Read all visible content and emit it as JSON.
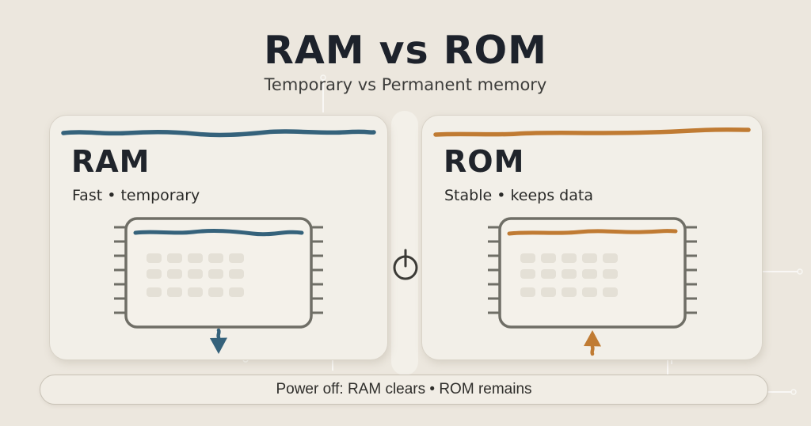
{
  "header": {
    "title": "RAM vs ROM",
    "subtitle": "Temporary vs Permanent memory"
  },
  "cards": [
    {
      "name": "RAM",
      "tagline": "Fast • temporary",
      "accent_color": "#35627b",
      "arrow_icon": "arrow-down-icon",
      "chip_icon": "memory-chip-icon"
    },
    {
      "name": "ROM",
      "tagline": "Stable • keeps data",
      "accent_color": "#c07b33",
      "arrow_icon": "arrow-up-icon",
      "chip_icon": "memory-chip-icon"
    }
  ],
  "divider": {
    "icon": "power-icon"
  },
  "footer": {
    "text": "Power off: RAM clears • ROM remains"
  },
  "colors": {
    "background": "#ece7de",
    "card_background": "#f2efe8",
    "footer_background": "#f1ede5",
    "title_ink": "#1d222b",
    "ram_accent": "#35627b",
    "rom_accent": "#c07b33",
    "chip_outline": "#6f6e66",
    "chip_cell": "#e4e0d6",
    "power_icon": "#3b3a36"
  }
}
